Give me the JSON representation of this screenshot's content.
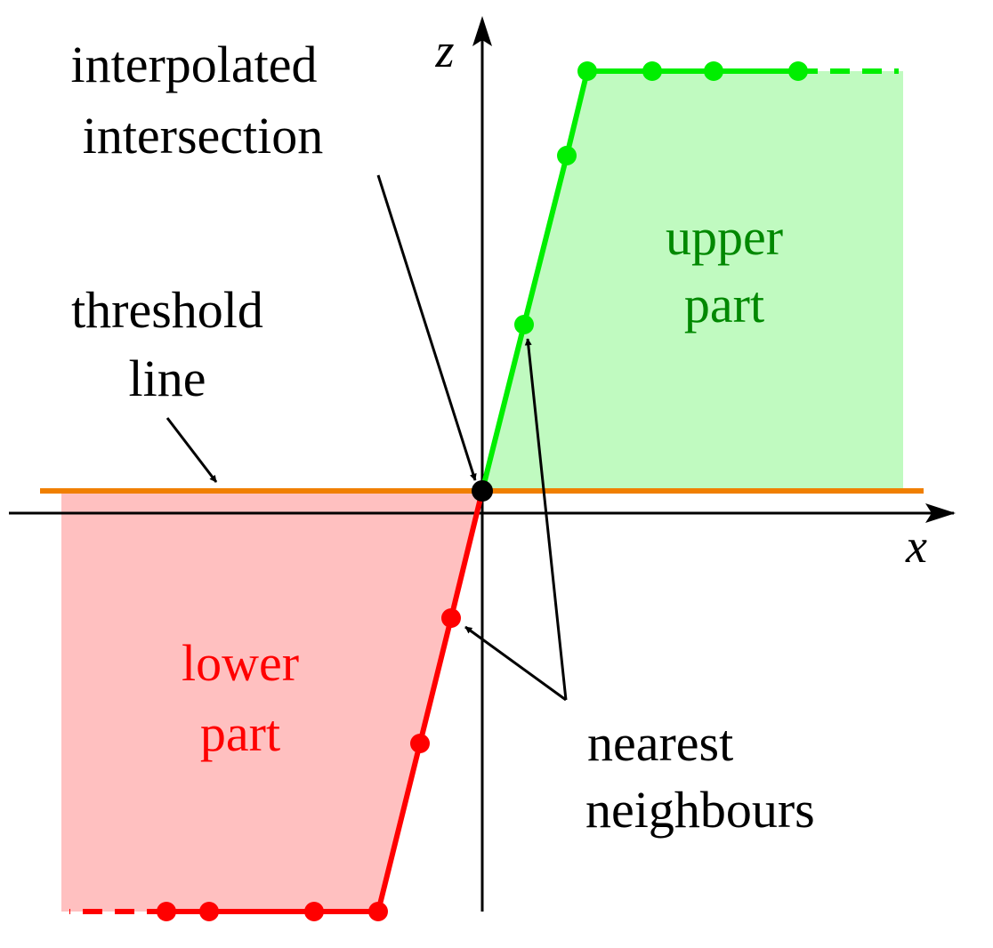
{
  "labels": {
    "z_axis": "z",
    "x_axis": "x",
    "interpolated_line1": "interpolated",
    "interpolated_line2": "intersection",
    "threshold_line1": "threshold",
    "threshold_line2": "line",
    "upper_line1": "upper",
    "upper_line2": "part",
    "lower_line1": "lower",
    "lower_line2": "part",
    "nearest_line1": "nearest",
    "nearest_line2": "neighbours"
  },
  "colors": {
    "axis": "#000000",
    "threshold": "#f07f00",
    "upper_curve": "#00ee00",
    "upper_fill": "#c0fac0",
    "upper_text": "#008800",
    "lower_curve": "#ff0000",
    "lower_fill": "#ffc0c0",
    "lower_text": "#ff0000",
    "intersection_point": "#000000",
    "annotation_text": "#000000"
  }
}
